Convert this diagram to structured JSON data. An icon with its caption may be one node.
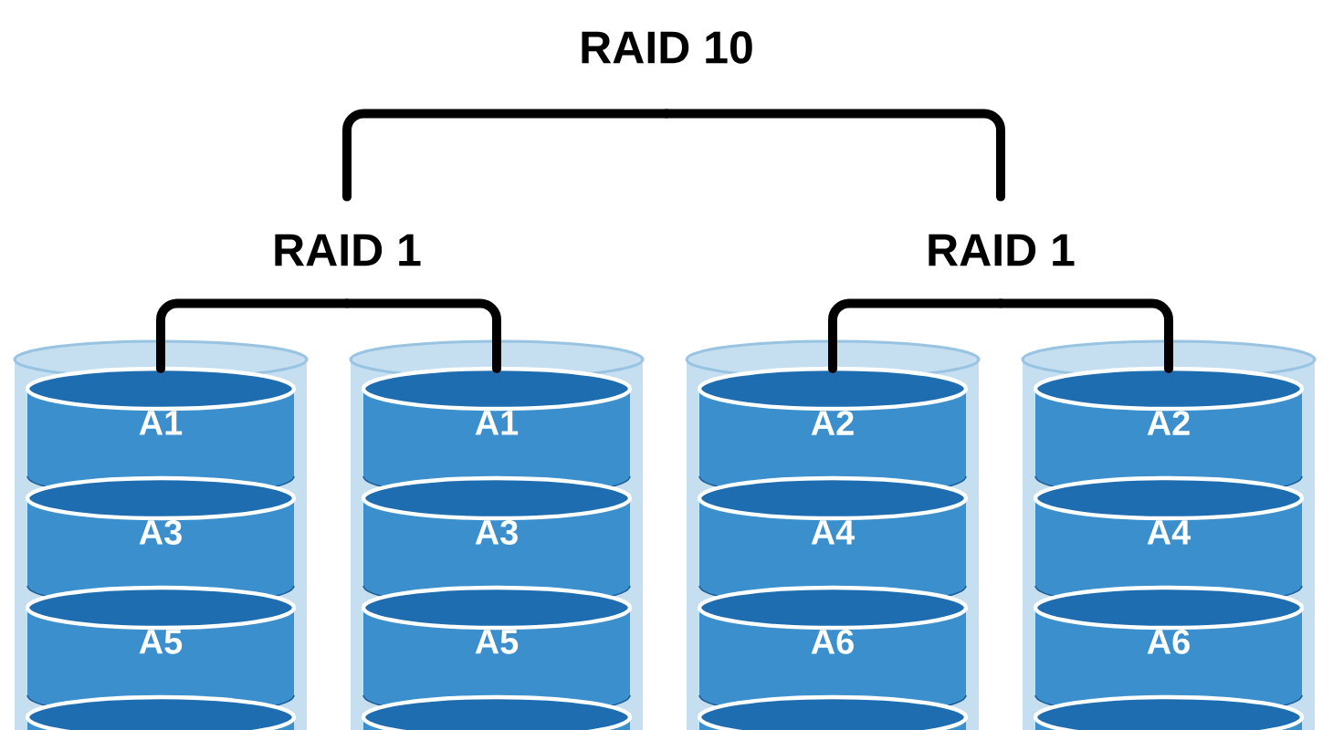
{
  "diagram": {
    "nodes": [
      {
        "text": [
          "RAID 10"
        ]
      },
      {
        "text": [
          "RAID 1"
        ]
      },
      {
        "text": [
          "RAID 1"
        ]
      },
      {
        "text": [],
        "shape": "cylinder"
      },
      {
        "text": [
          "A1"
        ],
        "in": 3
      },
      {
        "text": [
          "A3"
        ],
        "in": 3
      },
      {
        "text": [
          "A5"
        ],
        "in": 3
      },
      {
        "text": [],
        "shape": "cylinder",
        "in": 3
      },
      {
        "text": [],
        "shape": "cylinder"
      },
      {
        "text": [
          "A1"
        ],
        "in": 8
      },
      {
        "text": [
          "A3"
        ],
        "in": 8
      },
      {
        "text": [
          "A5"
        ],
        "in": 8
      },
      {
        "text": [],
        "shape": "cylinder",
        "in": 8
      },
      {
        "text": [],
        "shape": "cylinder"
      },
      {
        "text": [
          "A2"
        ],
        "in": 13
      },
      {
        "text": [
          "A4"
        ],
        "in": 13
      },
      {
        "text": [
          "A6"
        ],
        "in": 13
      },
      {
        "text": [],
        "shape": "cylinder",
        "in": 13
      },
      {
        "text": [],
        "shape": "cylinder"
      },
      {
        "text": [
          "A2"
        ],
        "in": 18
      },
      {
        "text": [
          "A4"
        ],
        "in": 18
      },
      {
        "text": [
          "A6"
        ],
        "in": 18
      },
      {
        "text": [],
        "shape": "cylinder",
        "in": 18
      }
    ],
    "edges": [
      {
        "from": 0,
        "to": 1,
        "arrow": "none"
      },
      {
        "from": 0,
        "to": 2,
        "arrow": "none"
      },
      {
        "from": 1,
        "to": 4,
        "arrow": "none"
      },
      {
        "from": 1,
        "to": 9,
        "arrow": "none"
      },
      {
        "from": 2,
        "to": 14,
        "arrow": "none"
      },
      {
        "from": 2,
        "to": 19,
        "arrow": "none"
      }
    ]
  }
}
